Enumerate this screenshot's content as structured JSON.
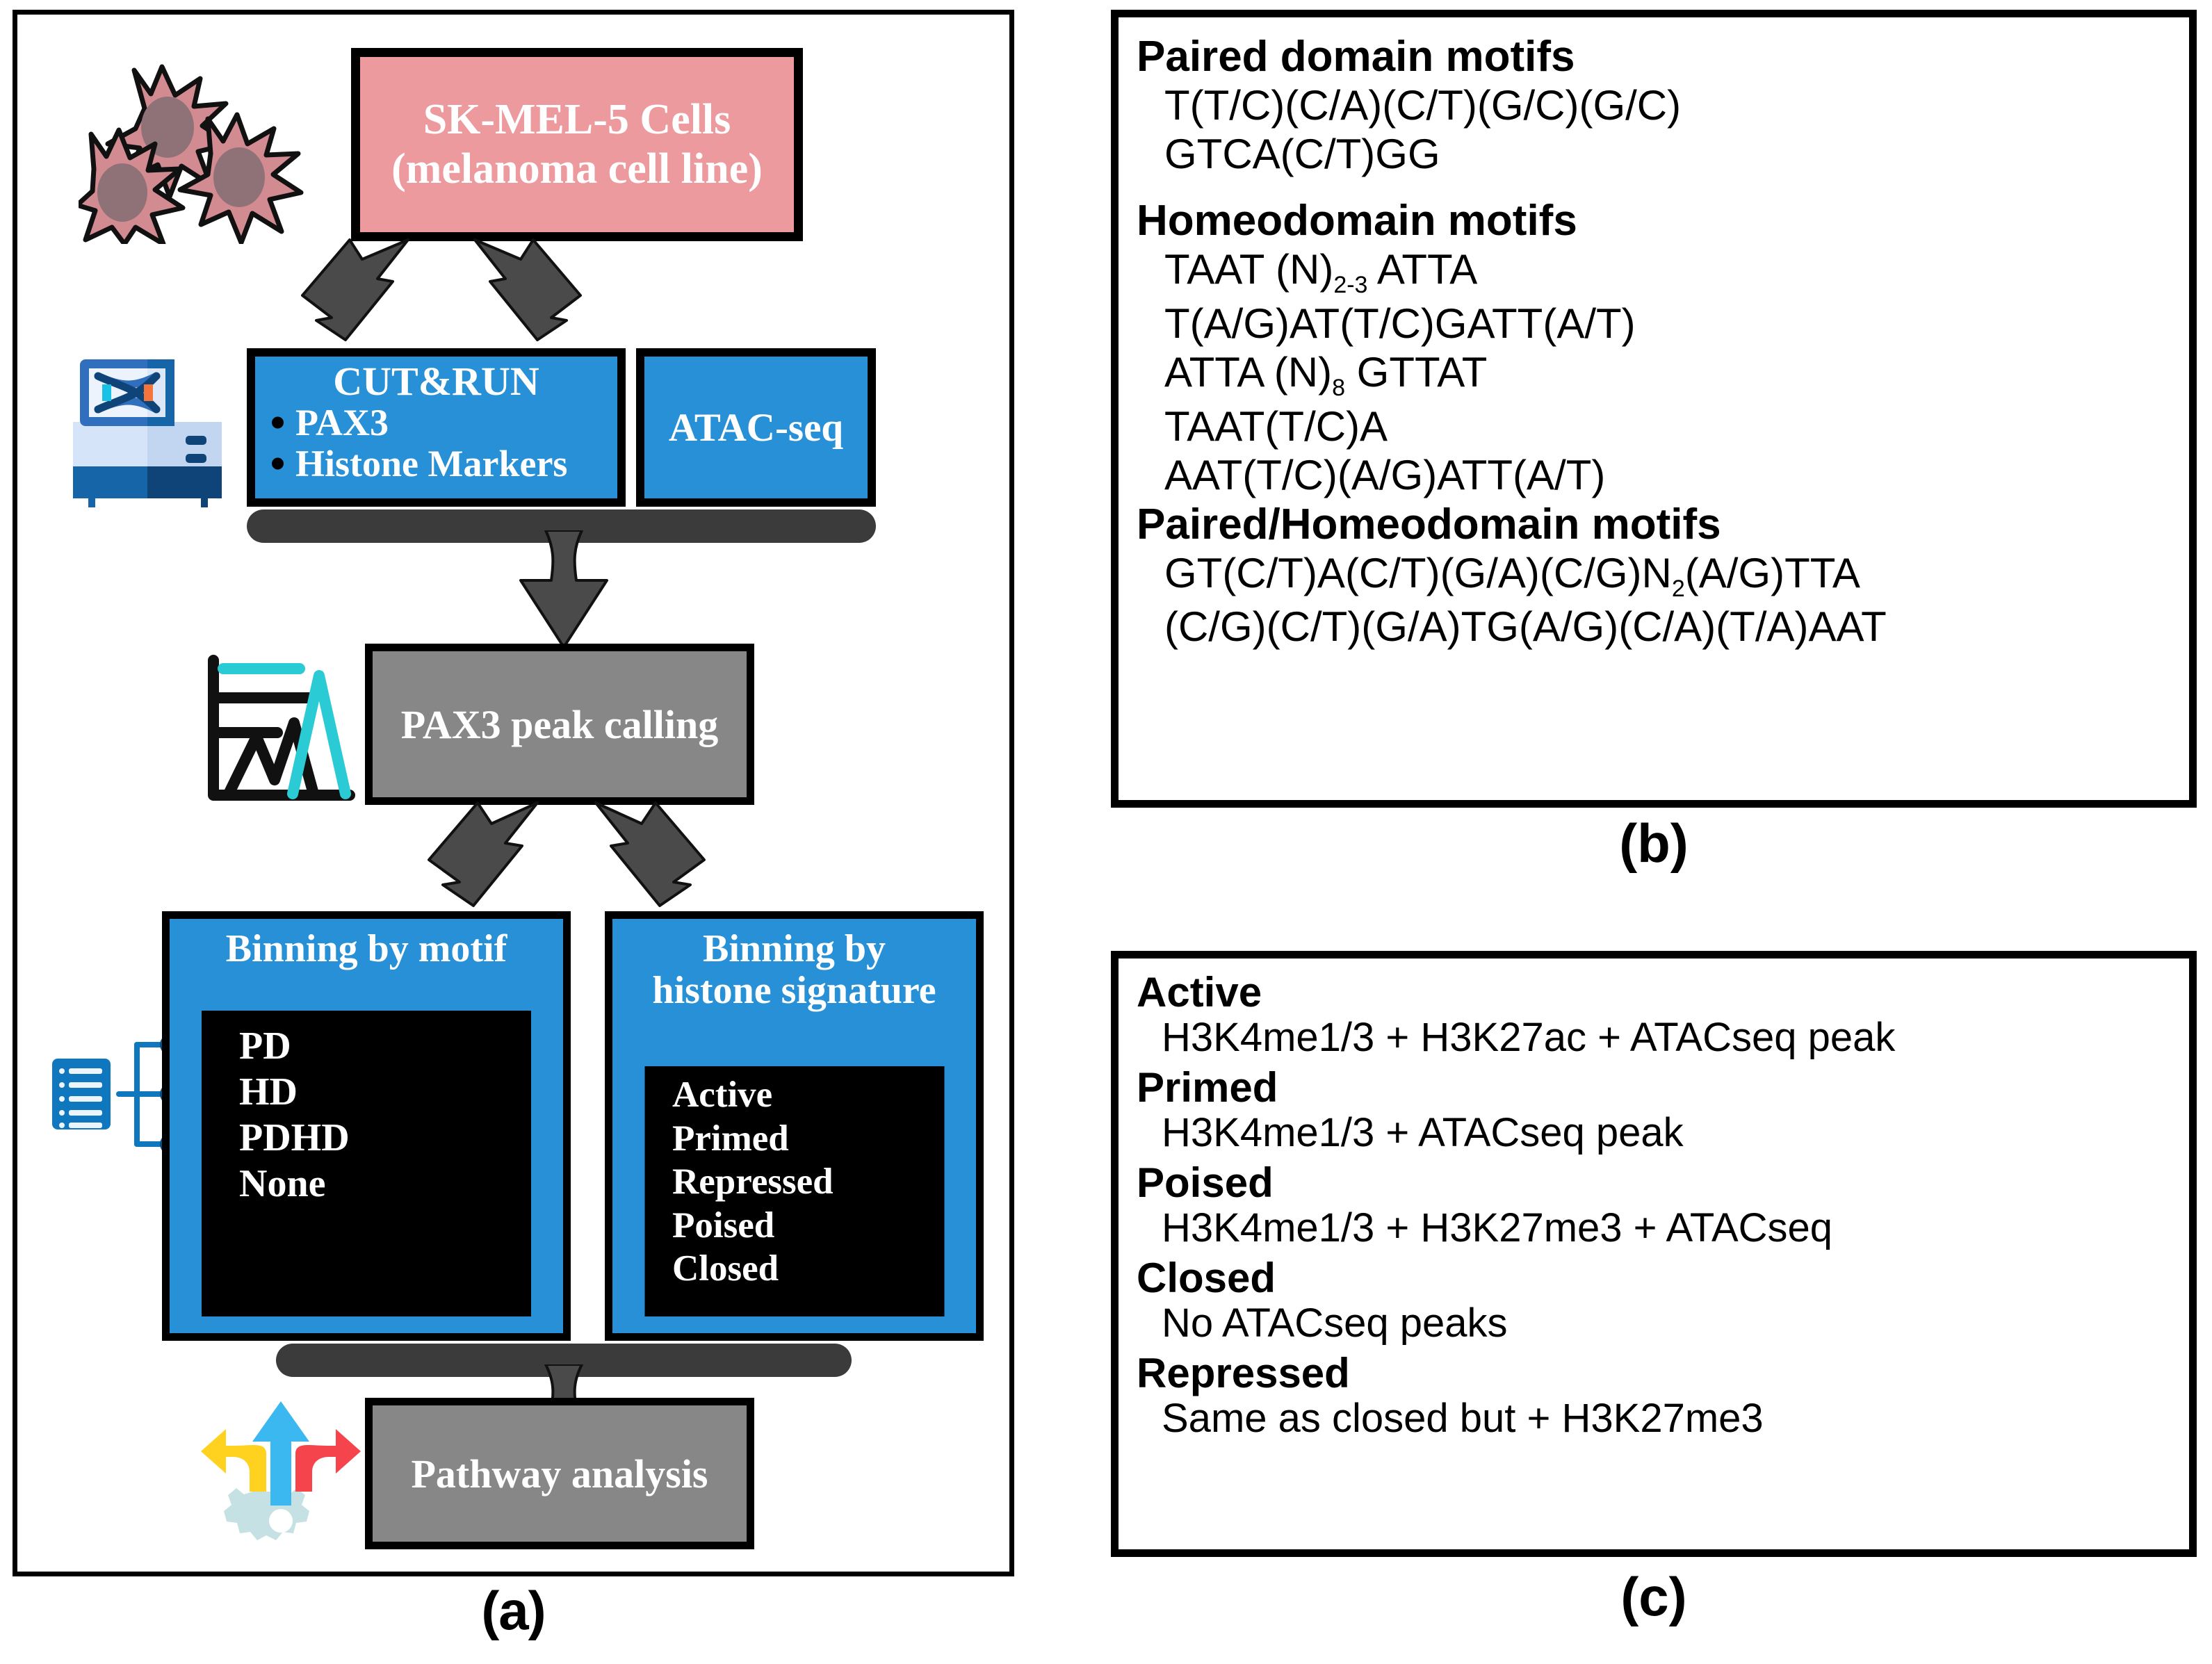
{
  "panels": {
    "a": {
      "caption": "(a)",
      "source_box": {
        "line1": "SK-MEL-5 Cells",
        "line2": "(melanoma cell line)",
        "color": "#EC9A9D"
      },
      "assay_cutrun": {
        "title": "CUT&RUN",
        "items": [
          "PAX3",
          "Histone Markers"
        ],
        "color": "#2790D6"
      },
      "assay_atac": {
        "title": "ATAC-seq",
        "color": "#2790D6"
      },
      "peak_calling": {
        "title": "PAX3 peak calling",
        "color": "#878787"
      },
      "binning_motif": {
        "title": "Binning by motif",
        "items": [
          "PD",
          "HD",
          "PDHD",
          "None"
        ],
        "color": "#2790D6",
        "inner_color": "#000000"
      },
      "binning_histone": {
        "title_line1": "Binning by",
        "title_line2": "histone signature",
        "items": [
          "Active",
          "Primed",
          "Repressed",
          "Poised",
          "Closed"
        ],
        "color": "#2790D6",
        "inner_color": "#000000"
      },
      "pathway": {
        "title": "Pathway analysis",
        "color": "#878787"
      },
      "icons": {
        "cells": "cells-icon",
        "sequencer": "sequencer-icon",
        "peak_chart": "peak-chart-icon",
        "list_branch": "list-branch-icon",
        "pathway_arrows": "pathway-arrows-icon"
      }
    },
    "b": {
      "caption": "(b)",
      "groups": [
        {
          "heading": "Paired domain motifs",
          "motifs": [
            "T(T/C)(C/A)(C/T)(G/C)(G/C)",
            "GTCA(C/T)GG"
          ]
        },
        {
          "heading": "Homeodomain motifs",
          "motifs": [
            "TAAT (N)|2-3| ATTA",
            "T(A/G)AT(T/C)GATT(A/T)",
            "ATTA (N)|8| GTTAT",
            "TAAT(T/C)A",
            "AAT(T/C)(A/G)ATT(A/T)"
          ]
        },
        {
          "heading": "Paired/Homeodomain motifs",
          "motifs": [
            "GT(C/T)A(C/T)(G/A)(C/G)N|2|(A/G)TTA",
            "(C/G)(C/T)(G/A)TG(A/G)(C/A)(T/A)AAT"
          ]
        }
      ]
    },
    "c": {
      "caption": "(c)",
      "states": [
        {
          "name": "Active",
          "definition": "H3K4me1/3 + H3K27ac + ATACseq peak"
        },
        {
          "name": "Primed",
          "definition": "H3K4me1/3 + ATACseq peak"
        },
        {
          "name": "Poised",
          "definition": "H3K4me1/3 + H3K27me3 + ATACseq"
        },
        {
          "name": "Closed",
          "definition": "No ATACseq peaks"
        },
        {
          "name": "Repressed",
          "definition": "Same as closed but + H3K27me3"
        }
      ]
    }
  }
}
